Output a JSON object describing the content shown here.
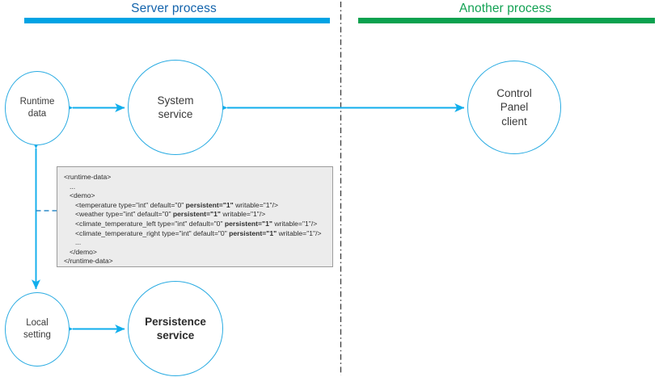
{
  "diagram": {
    "title_left": "Server process",
    "title_right": "Another process",
    "accent_blue": "#00A3E4",
    "accent_blue_text": "#1464AC",
    "accent_green": "#0BA14F",
    "accent_green_text": "#13A254",
    "node_stroke": "#29ABE2",
    "divider_style": "dash-dot-vertical",
    "code_box_fill": "#ECECEC",
    "code_box_border": "#9C9C9C"
  },
  "nodes": {
    "runtime_data": "Runtime\ndata",
    "system_service": "System\nservice",
    "control_panel_client": "Control\nPanel\nclient",
    "local_setting": "Local\nsetting",
    "persistence_service": "Persistence\nservice"
  },
  "code": {
    "language": "xml",
    "lines": [
      {
        "indent": 0,
        "parts": [
          {
            "text": "<runtime-data>",
            "bold": false
          }
        ]
      },
      {
        "indent": 1,
        "parts": [
          {
            "text": "...",
            "bold": false
          }
        ]
      },
      {
        "indent": 1,
        "parts": [
          {
            "text": "<demo>",
            "bold": false
          }
        ]
      },
      {
        "indent": 2,
        "parts": [
          {
            "text": "<temperature type=\"int\" default=\"0\" ",
            "bold": false
          },
          {
            "text": "persistent=\"1\"",
            "bold": true
          },
          {
            "text": " writable=\"1\"/>",
            "bold": false
          }
        ]
      },
      {
        "indent": 2,
        "parts": [
          {
            "text": "<weather type=\"int\" default=\"0\" ",
            "bold": false
          },
          {
            "text": "persistent=\"1\"",
            "bold": true
          },
          {
            "text": " writable=\"1\"/>",
            "bold": false
          }
        ]
      },
      {
        "indent": 2,
        "parts": [
          {
            "text": "<climate_temperature_left type=\"int\" default=\"0\" ",
            "bold": false
          },
          {
            "text": "persistent=\"1\"",
            "bold": true
          },
          {
            "text": " writable=\"1\"/>",
            "bold": false
          }
        ]
      },
      {
        "indent": 2,
        "parts": [
          {
            "text": "<climate_temperature_right type=\"int\" default=\"0\" ",
            "bold": false
          },
          {
            "text": "persistent=\"1\"",
            "bold": true
          },
          {
            "text": " writable=\"1\"/>",
            "bold": false
          }
        ]
      },
      {
        "indent": 2,
        "parts": [
          {
            "text": "...",
            "bold": false
          }
        ]
      },
      {
        "indent": 1,
        "parts": [
          {
            "text": "</demo>",
            "bold": false
          }
        ]
      },
      {
        "indent": 0,
        "parts": [
          {
            "text": "</runtime-data>",
            "bold": false
          }
        ]
      }
    ]
  },
  "connectors": [
    {
      "name": "runtime-data-to-system-service",
      "type": "double-arrow",
      "orientation": "horizontal"
    },
    {
      "name": "system-service-to-control-panel-client",
      "type": "double-arrow",
      "orientation": "horizontal",
      "crosses_divider": true
    },
    {
      "name": "runtime-data-to-local-setting",
      "type": "double-arrow",
      "orientation": "vertical"
    },
    {
      "name": "local-setting-to-persistence-service",
      "type": "double-arrow",
      "orientation": "horizontal"
    },
    {
      "name": "runtime-data-to-code-box",
      "type": "dashed-leader",
      "orientation": "horizontal"
    }
  ]
}
